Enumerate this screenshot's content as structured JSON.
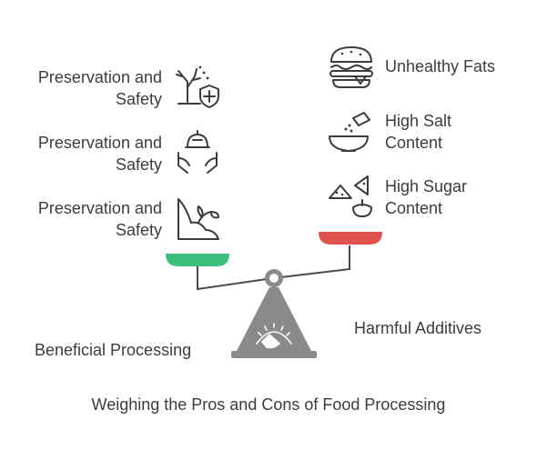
{
  "title": "Weighing the Pros and Cons of Food Processing",
  "sides": {
    "beneficial": {
      "label": "Beneficial Processing",
      "color": "#3cbf7d",
      "items": [
        {
          "label_line1": "Preservation and",
          "label_line2": "Safety",
          "icon": "dead-tree-shield-icon"
        },
        {
          "label_line1": "Preservation and",
          "label_line2": "Safety",
          "icon": "hands-helmet-icon"
        },
        {
          "label_line1": "Preservation and",
          "label_line2": "Safety",
          "icon": "plant-sprout-icon"
        }
      ]
    },
    "harmful": {
      "label": "Harmful Additives",
      "color": "#e2524c",
      "items": [
        {
          "label_line1": "Unhealthy Fats",
          "label_line2": "",
          "icon": "burger-icon"
        },
        {
          "label_line1": "High Salt",
          "label_line2": "Content",
          "icon": "salt-bowl-icon"
        },
        {
          "label_line1": "High Sugar",
          "label_line2": "Content",
          "icon": "sweets-icon"
        }
      ]
    }
  }
}
